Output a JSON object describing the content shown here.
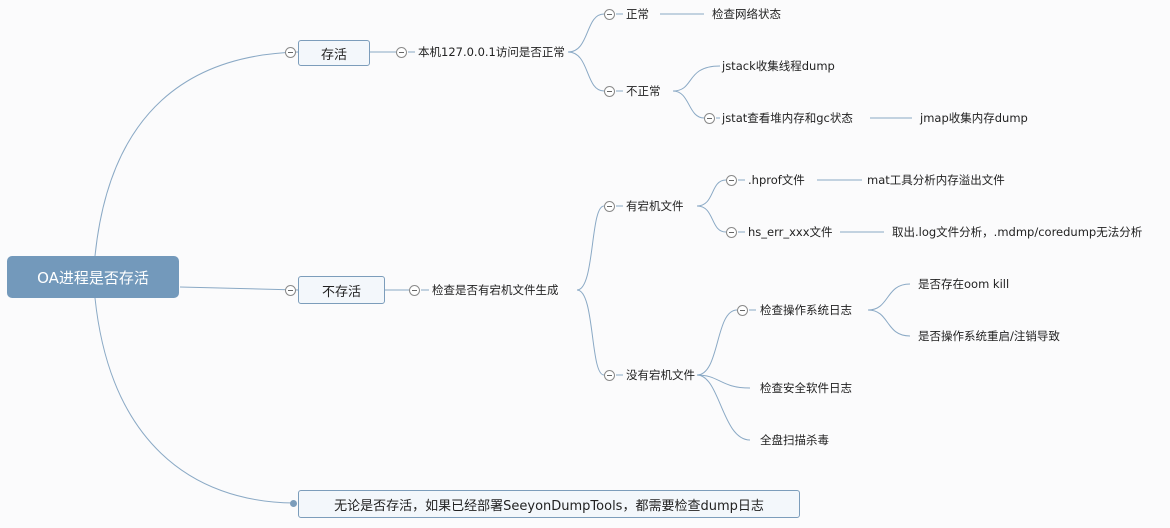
{
  "root": {
    "label": "OA进程是否存活"
  },
  "branches": {
    "alive": {
      "label": "存活",
      "check": "本机127.0.0.1访问是否正常",
      "normal": {
        "label": "正常",
        "action": "检查网络状态"
      },
      "abnormal": {
        "label": "不正常",
        "jstack": "jstack收集线程dump",
        "jstat": "jstat查看堆内存和gc状态",
        "jmap": "jmap收集内存dump"
      }
    },
    "not_alive": {
      "label": "不存活",
      "check": "检查是否有宕机文件生成",
      "has_crash_file": {
        "label": "有宕机文件",
        "hprof": ".hprof文件",
        "hprof_action": "mat工具分析内存溢出文件",
        "hs_err": "hs_err_xxx文件",
        "hs_err_action": "取出.log文件分析，.mdmp/coredump无法分析"
      },
      "no_crash_file": {
        "label": "没有宕机文件",
        "os_log": "检查操作系统日志",
        "oom_kill": "是否存在oom kill",
        "os_restart": "是否操作系统重启/注销导致",
        "security_log": "检查安全软件日志",
        "antivirus": "全盘扫描杀毒"
      }
    },
    "note": {
      "label": "无论是否存活，如果已经部署SeeyonDumpTools，都需要检查dump日志"
    }
  }
}
